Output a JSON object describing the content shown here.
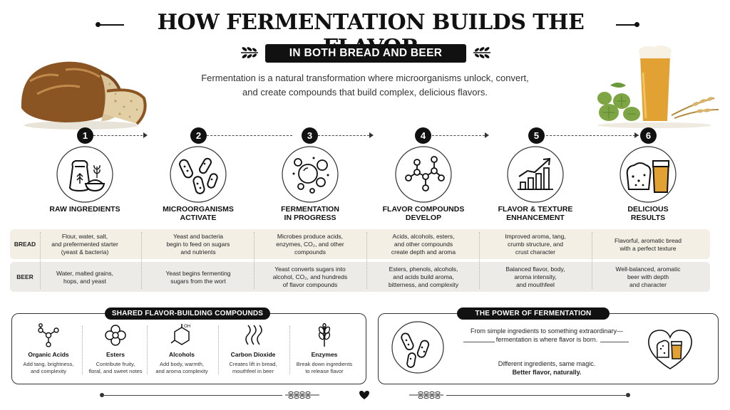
{
  "header": {
    "title": "HOW FERMENTATION BUILDS THE FLAVOR",
    "subtitle": "IN BOTH BREAD AND BEER",
    "intro_line1": "Fermentation is a natural transformation where microorganisms unlock, convert,",
    "intro_line2": "and create compounds that build complex, delicious flavors."
  },
  "stages": [
    {
      "num": "1",
      "icon": "grain-sack-icon",
      "title_line1": "RAW INGREDIENTS",
      "title_line2": ""
    },
    {
      "num": "2",
      "icon": "microorganisms-icon",
      "title_line1": "MICROORGANISMS",
      "title_line2": "ACTIVATE"
    },
    {
      "num": "3",
      "icon": "bubbles-icon",
      "title_line1": "FERMENTATION",
      "title_line2": "IN PROGRESS"
    },
    {
      "num": "4",
      "icon": "molecule-icon",
      "title_line1": "FLAVOR COMPOUNDS",
      "title_line2": "DEVELOP"
    },
    {
      "num": "5",
      "icon": "rising-chart-icon",
      "title_line1": "FLAVOR & TEXTURE",
      "title_line2": "ENHANCEMENT"
    },
    {
      "num": "6",
      "icon": "bread-and-beer-icon",
      "title_line1": "DELICIOUS",
      "title_line2": "RESULTS"
    }
  ],
  "rows": {
    "bread": {
      "label": "BREAD",
      "cells": [
        [
          "Flour, water, salt,",
          "and prefermented starter",
          "(yeast & bacteria)"
        ],
        [
          "Yeast and bacteria",
          "begin to feed on sugars",
          "and nutrients"
        ],
        [
          "Microbes produce acids,",
          "enzymes, CO₂, and other",
          "compounds"
        ],
        [
          "Acids, alcohols, esters,",
          "and other compounds",
          "create depth and aroma"
        ],
        [
          "Improved aroma, tang,",
          "crumb structure, and",
          "crust character"
        ],
        [
          "Flavorful, aromatic bread",
          "with a perfect texture"
        ]
      ]
    },
    "beer": {
      "label": "BEER",
      "cells": [
        [
          "Water, malted grains,",
          "hops, and yeast"
        ],
        [
          "Yeast begins fermenting",
          "sugars from the wort"
        ],
        [
          "Yeast converts sugars into",
          "alcohol, CO₂, and hundreds",
          "of flavor compounds"
        ],
        [
          "Esters, phenols, alcohols,",
          "and acids build aroma,",
          "bitterness, and complexity"
        ],
        [
          "Balanced flavor, body,",
          "aroma intensity,",
          "and mouthfeel"
        ],
        [
          "Well-balanced, aromatic",
          "beer with depth",
          "and character"
        ]
      ]
    }
  },
  "shared": {
    "heading": "SHARED FLAVOR-BUILDING COMPOUNDS",
    "items": [
      {
        "icon": "organic-acid-molecule-icon",
        "name": "Organic Acids",
        "desc": [
          "Add tang, brightness,",
          "and complexity"
        ]
      },
      {
        "icon": "ester-flower-icon",
        "name": "Esters",
        "desc": [
          "Contribute fruity,",
          "floral, and sweet notes"
        ]
      },
      {
        "icon": "alcohol-ring-icon",
        "name": "Alcohols",
        "desc": [
          "Add body, warmth,",
          "and aroma complexity"
        ]
      },
      {
        "icon": "carbon-dioxide-bubbles-icon",
        "name": "Carbon Dioxide",
        "desc": [
          "Creates lift in bread,",
          "mouthfeel in beer"
        ]
      },
      {
        "icon": "wheat-stalk-icon",
        "name": "Enzymes",
        "desc": [
          "Break down ingredients",
          "to release flavor"
        ]
      }
    ]
  },
  "power": {
    "heading": "THE POWER OF FERMENTATION",
    "line1": "From simple ingredients to something extraordinary—",
    "line2": "fermentation is where flavor is born.",
    "tagline1": "Different ingredients, same magic.",
    "tagline2": "Better flavor, naturally."
  },
  "colors": {
    "ink": "#111111",
    "bread_band": "#f3efe5",
    "beer_band": "#ecebe7",
    "beer_amber": "#e2a233"
  }
}
